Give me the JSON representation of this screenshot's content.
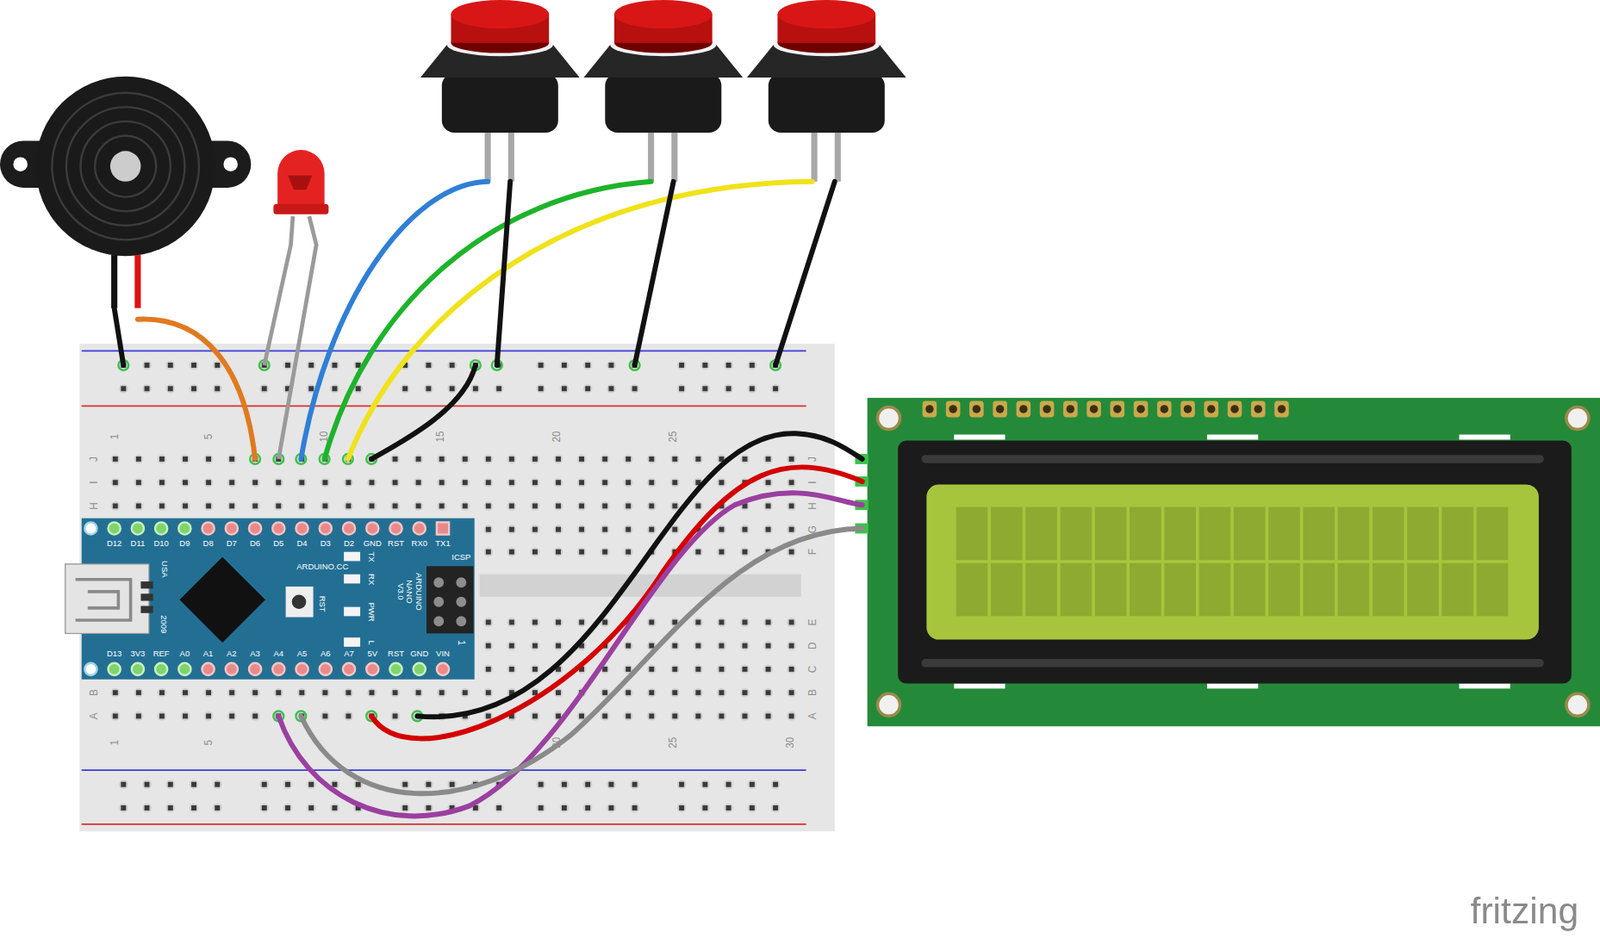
{
  "diagram": {
    "labels": [
      "1",
      "5",
      "10",
      "15",
      "20",
      "25",
      "J",
      "I",
      "H",
      "J",
      "I",
      "H",
      "G",
      "F",
      "E",
      "D",
      "C",
      "B",
      "A",
      "B",
      "A",
      "1",
      "5",
      "20",
      "25",
      "30",
      "D12",
      "D11",
      "D10",
      "D9",
      "D8",
      "D7",
      "D6",
      "D5",
      "D4",
      "D3",
      "D2",
      "GND",
      "RST",
      "RX0",
      "TX1",
      "D13",
      "3V3",
      "REF",
      "A0",
      "A1",
      "A2",
      "A3",
      "A4",
      "A5",
      "A6",
      "A7",
      "5V",
      "RST",
      "GND",
      "VIN",
      "ARDUINO.CC",
      "TX",
      "RX",
      "PWR",
      "L",
      "RST",
      "ARDUINO NANO V3.0",
      "ICSP",
      "1",
      "USA",
      "2009",
      "fritzing"
    ]
  }
}
